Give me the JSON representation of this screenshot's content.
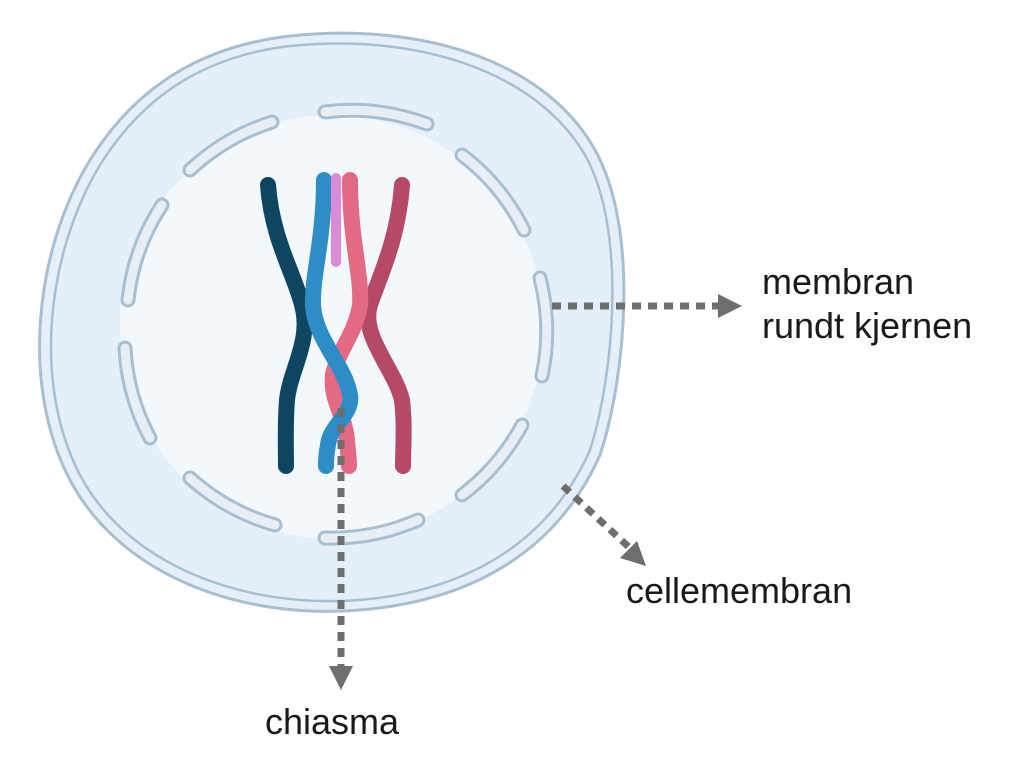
{
  "labels": {
    "nuclear_membrane_line1": "membran",
    "nuclear_membrane_line2": "rundt kjernen",
    "cell_membrane": "cellemembran",
    "chiasma": "chiasma"
  },
  "colors": {
    "cytoplasm_fill": "#e4eff9",
    "cell_membrane_stroke": "#a9bfcf",
    "nucleus_fill": "#f3f8fd",
    "nuclear_envelope_fill": "#e7eef5",
    "nuclear_envelope_stroke": "#a9bfcf",
    "chromatid_dark_blue": "#0e4662",
    "chromatid_light_blue": "#2e8cc6",
    "chromatid_pink": "#e26a84",
    "chromatid_dark_red": "#b44a66",
    "crossover_segment": "#d98bd7",
    "arrow": "#6e6e6e"
  },
  "icons": {
    "pointer_arrow": "dotted-arrow-icon"
  }
}
